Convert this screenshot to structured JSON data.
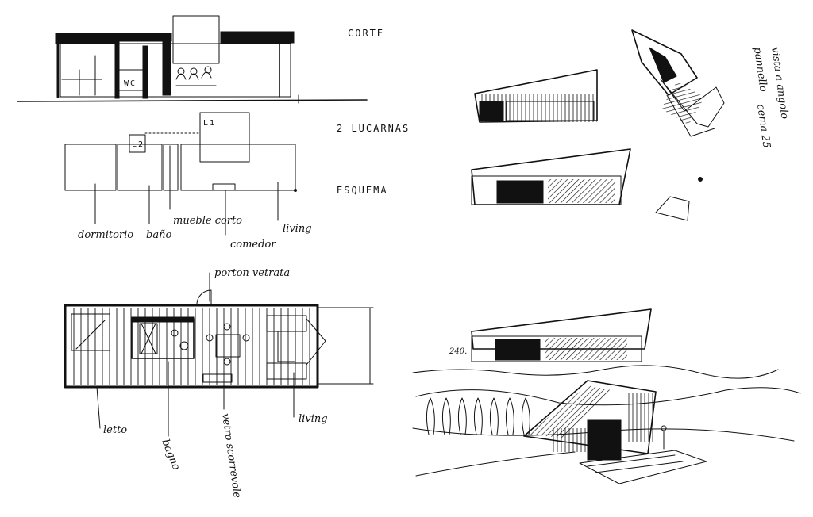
{
  "labels": {
    "corte": "CORTE",
    "lucarnas": "2 LUCARNAS",
    "esquema": "ESQUEMA",
    "dormitorio": "dormitorio",
    "bano": "baño",
    "mueble": "mueble corto",
    "comedor": "comedor",
    "living_top": "living",
    "porton": "porton vetrata",
    "letto": "letto",
    "bagno": "bagno",
    "vetro": "vetro scorrevole",
    "living_bottom": "living",
    "l1": "L1",
    "l2": "L2",
    "wc": "WC",
    "dim": "240."
  },
  "vertical_notes": [
    "vista a angolo",
    "pannello",
    "cema 25"
  ]
}
